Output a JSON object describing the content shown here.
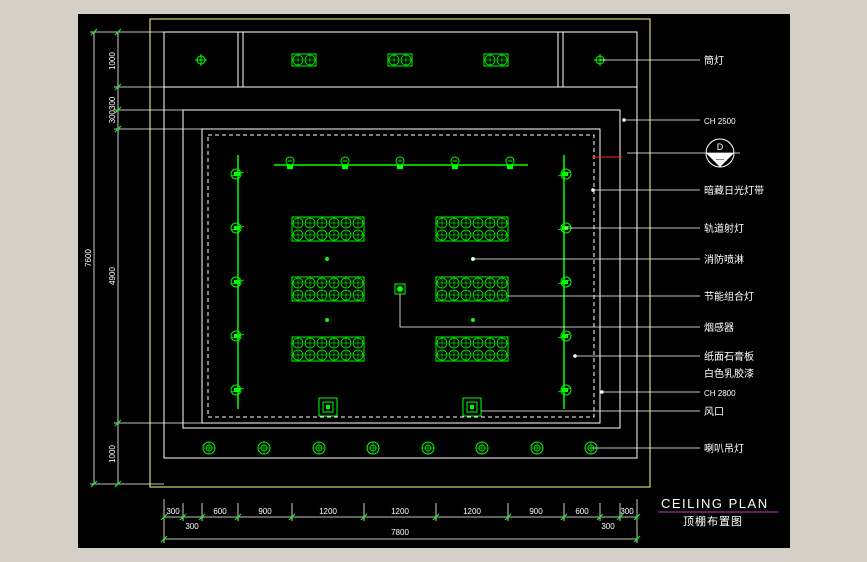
{
  "title": {
    "en": "CEILING PLAN",
    "cn": "顶棚布置图"
  },
  "labels": {
    "downlight": "筒灯",
    "ch2500": "CH 2500",
    "hidden_fluorescent": "暗藏日光灯带",
    "track_spotlight": "轨道射灯",
    "sprinkler": "消防喷淋",
    "energy_saving_light": "节能组合灯",
    "smoke_detector": "烟感器",
    "gypsum_board_1": "纸面石膏板",
    "gypsum_board_2": "白色乳胶漆",
    "ch2800": "CH 2800",
    "air_vent": "风口",
    "trumpet_light": "喇叭吊灯"
  },
  "section_marker": {
    "letter": "D",
    "dash": "—"
  },
  "dims_left": {
    "d1000_top": "1000",
    "d300300": "300300",
    "d4900": "4900",
    "d1000_bottom": "1000",
    "d7600": "7600"
  },
  "dims_bottom": {
    "row1": [
      "300",
      "600",
      "900",
      "1200",
      "1200",
      "1200",
      "900",
      "600",
      "300"
    ],
    "row2_left": "300",
    "row2_right": "300",
    "total": "7800"
  },
  "colors": {
    "background": "#000000",
    "frame": "#d4d0c8",
    "line_white": "#ffffff",
    "line_yellow": "#ffff80",
    "line_green": "#00ff00",
    "line_red": "#ff2020",
    "title_underline": "#cc33cc"
  }
}
